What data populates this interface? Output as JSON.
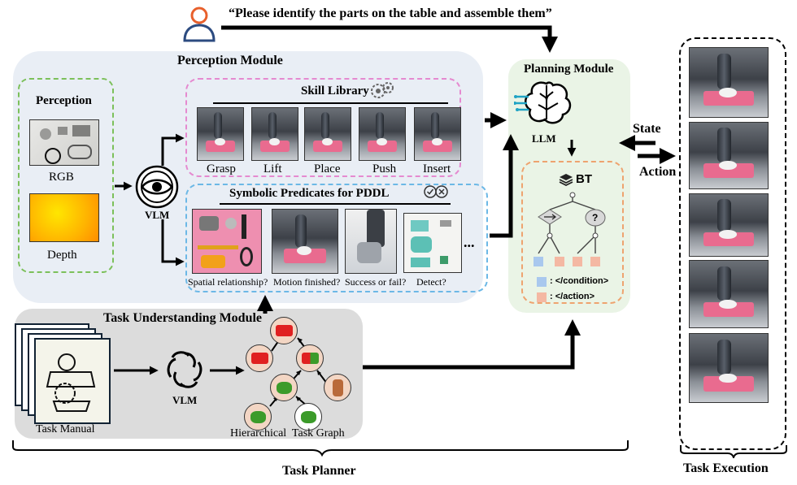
{
  "instruction": "“Please identify the parts on the table and assemble them”",
  "perception_module": {
    "title": "Perception Module",
    "perception_title": "Perception",
    "rgb_label": "RGB",
    "depth_label": "Depth",
    "vlm_label": "VLM",
    "skill_library": {
      "title": "Skill Library",
      "skills": [
        "Grasp",
        "Lift",
        "Place",
        "Push",
        "Insert"
      ]
    },
    "predicates": {
      "title": "Symbolic Predicates for PDDL",
      "items": [
        "Spatial relationship?",
        "Motion finished?",
        "Success or fail?",
        "Detect?"
      ],
      "ellipsis": "..."
    }
  },
  "planning_module": {
    "title": "Planning Module",
    "llm_label": "LLM",
    "bt_label": "BT",
    "legend_condition": ": </condition>",
    "legend_action": ": </action>",
    "question_mark": "?"
  },
  "task_understanding": {
    "title": "Task Understanding Module",
    "manual_label": "Task Manual",
    "vlm_label": "VLM",
    "graph_label": "Hierarchical  Task Graph"
  },
  "state_label": "State",
  "action_label": "Action",
  "task_planner_label": "Task Planner",
  "task_execution_label": "Task Execution",
  "colors": {
    "perception_bg": "#e9eef5",
    "planning_bg": "#eaf4e6",
    "understanding_bg": "#dcdcdc",
    "perception_dash": "#7cc05a",
    "skill_dash": "#e58ad0",
    "predicate_dash": "#6cb8e6",
    "bt_dash": "#eea36f",
    "condition": "#a9c8ee",
    "action": "#f4b8a3"
  }
}
